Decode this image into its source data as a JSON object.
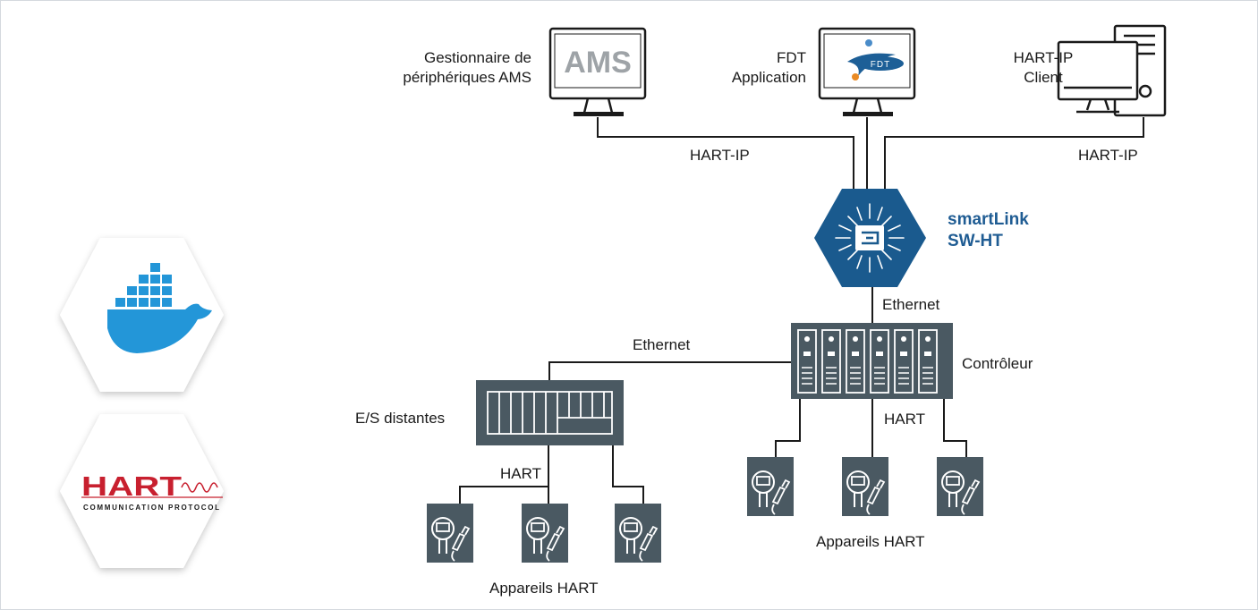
{
  "computers": {
    "ams_label_line1": "Gestionnaire de",
    "ams_label_line2": "périphériques AMS",
    "ams_screen_text": "AMS",
    "fdt_label_line1": "FDT",
    "fdt_label_line2": "Application",
    "fdt_logo_text": "FDT",
    "client_label_line1": "HART-IP",
    "client_label_line2": "Client"
  },
  "links": {
    "hartip_left": "HART-IP",
    "hartip_right": "HART-IP",
    "ethernet_gateway": "Ethernet",
    "ethernet_remote": "Ethernet",
    "hart_controller": "HART",
    "hart_remote": "HART"
  },
  "gateway": {
    "name_line1": "smartLink",
    "name_line2": "SW-HT"
  },
  "nodes": {
    "controller": "Contrôleur",
    "remote_io": "E/S distantes",
    "devices_controller": "Appareils HART",
    "devices_remote": "Appareils HART"
  },
  "logos": {
    "hart_word": "HART",
    "hart_tagline": "COMMUNICATION PROTOCOL"
  },
  "colors": {
    "line": "#1a1a1a",
    "device_fill": "#4a5962",
    "gateway_blue": "#1a5a8e",
    "brand_text": "#1f5c93",
    "docker_blue": "#2396d8",
    "hart_red": "#c8202f"
  }
}
